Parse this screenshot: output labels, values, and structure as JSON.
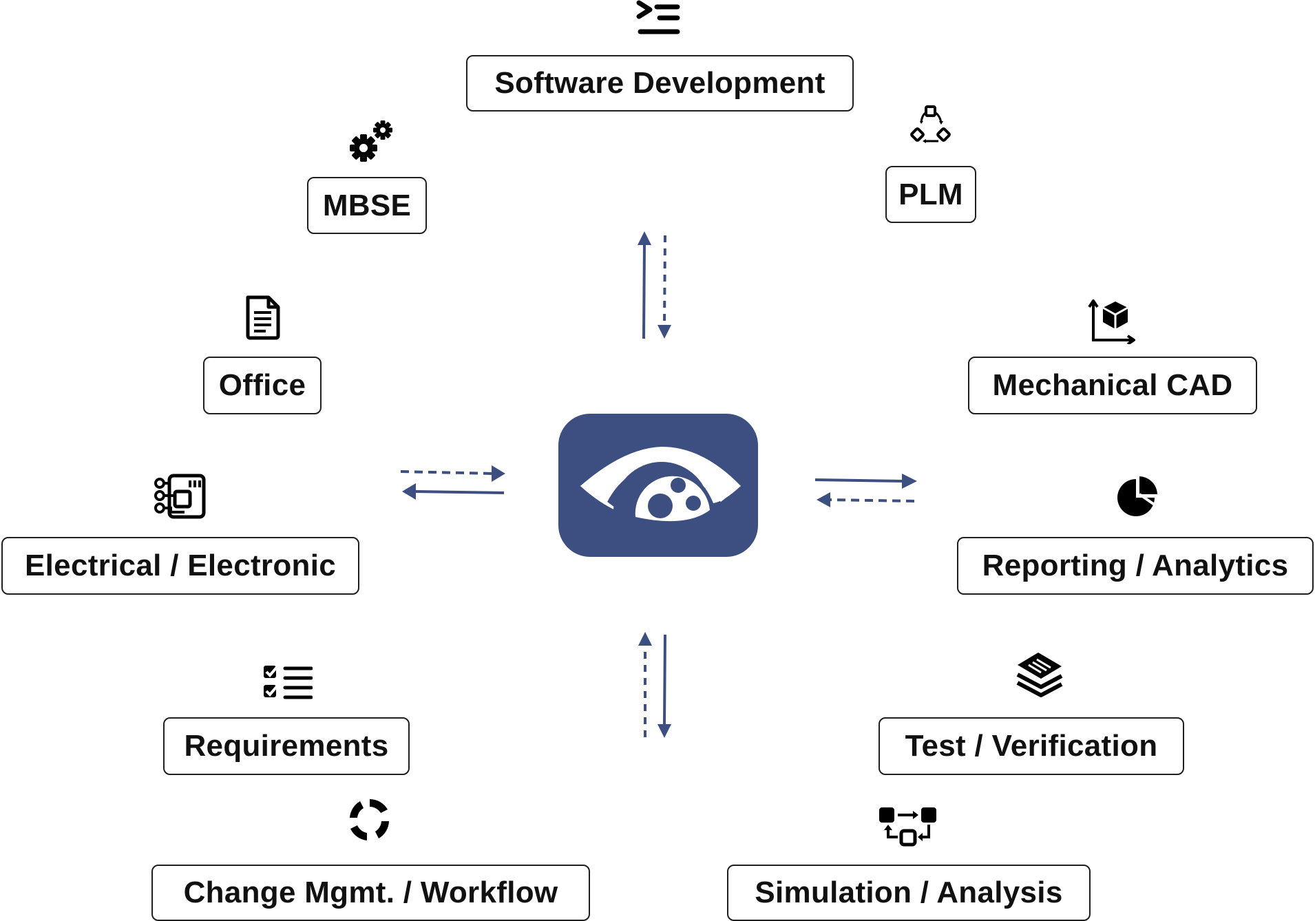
{
  "diagram": {
    "accent_color": "#3d4f80",
    "line_color": "#1f1f1f",
    "center": {
      "icon": "eye-logo-icon"
    },
    "nodes": [
      {
        "key": "software",
        "label": "Software Development",
        "icon": "code-list-icon"
      },
      {
        "key": "mbse",
        "label": "MBSE",
        "icon": "gears-icon"
      },
      {
        "key": "plm",
        "label": "PLM",
        "icon": "cycle-shapes-icon"
      },
      {
        "key": "office",
        "label": "Office",
        "icon": "document-icon"
      },
      {
        "key": "mcad",
        "label": "Mechanical CAD",
        "icon": "cube-axes-icon"
      },
      {
        "key": "electrical",
        "label": "Electrical / Electronic",
        "icon": "circuit-chip-icon"
      },
      {
        "key": "reporting",
        "label": "Reporting / Analytics",
        "icon": "pie-chart-icon"
      },
      {
        "key": "requirements",
        "label": "Requirements",
        "icon": "checklist-icon"
      },
      {
        "key": "test",
        "label": "Test / Verification",
        "icon": "stacked-layers-icon"
      },
      {
        "key": "change",
        "label": "Change Mgmt. / Workflow",
        "icon": "circular-arrows-icon"
      },
      {
        "key": "simulation",
        "label": "Simulation / Analysis",
        "icon": "workflow-blocks-icon"
      }
    ]
  }
}
